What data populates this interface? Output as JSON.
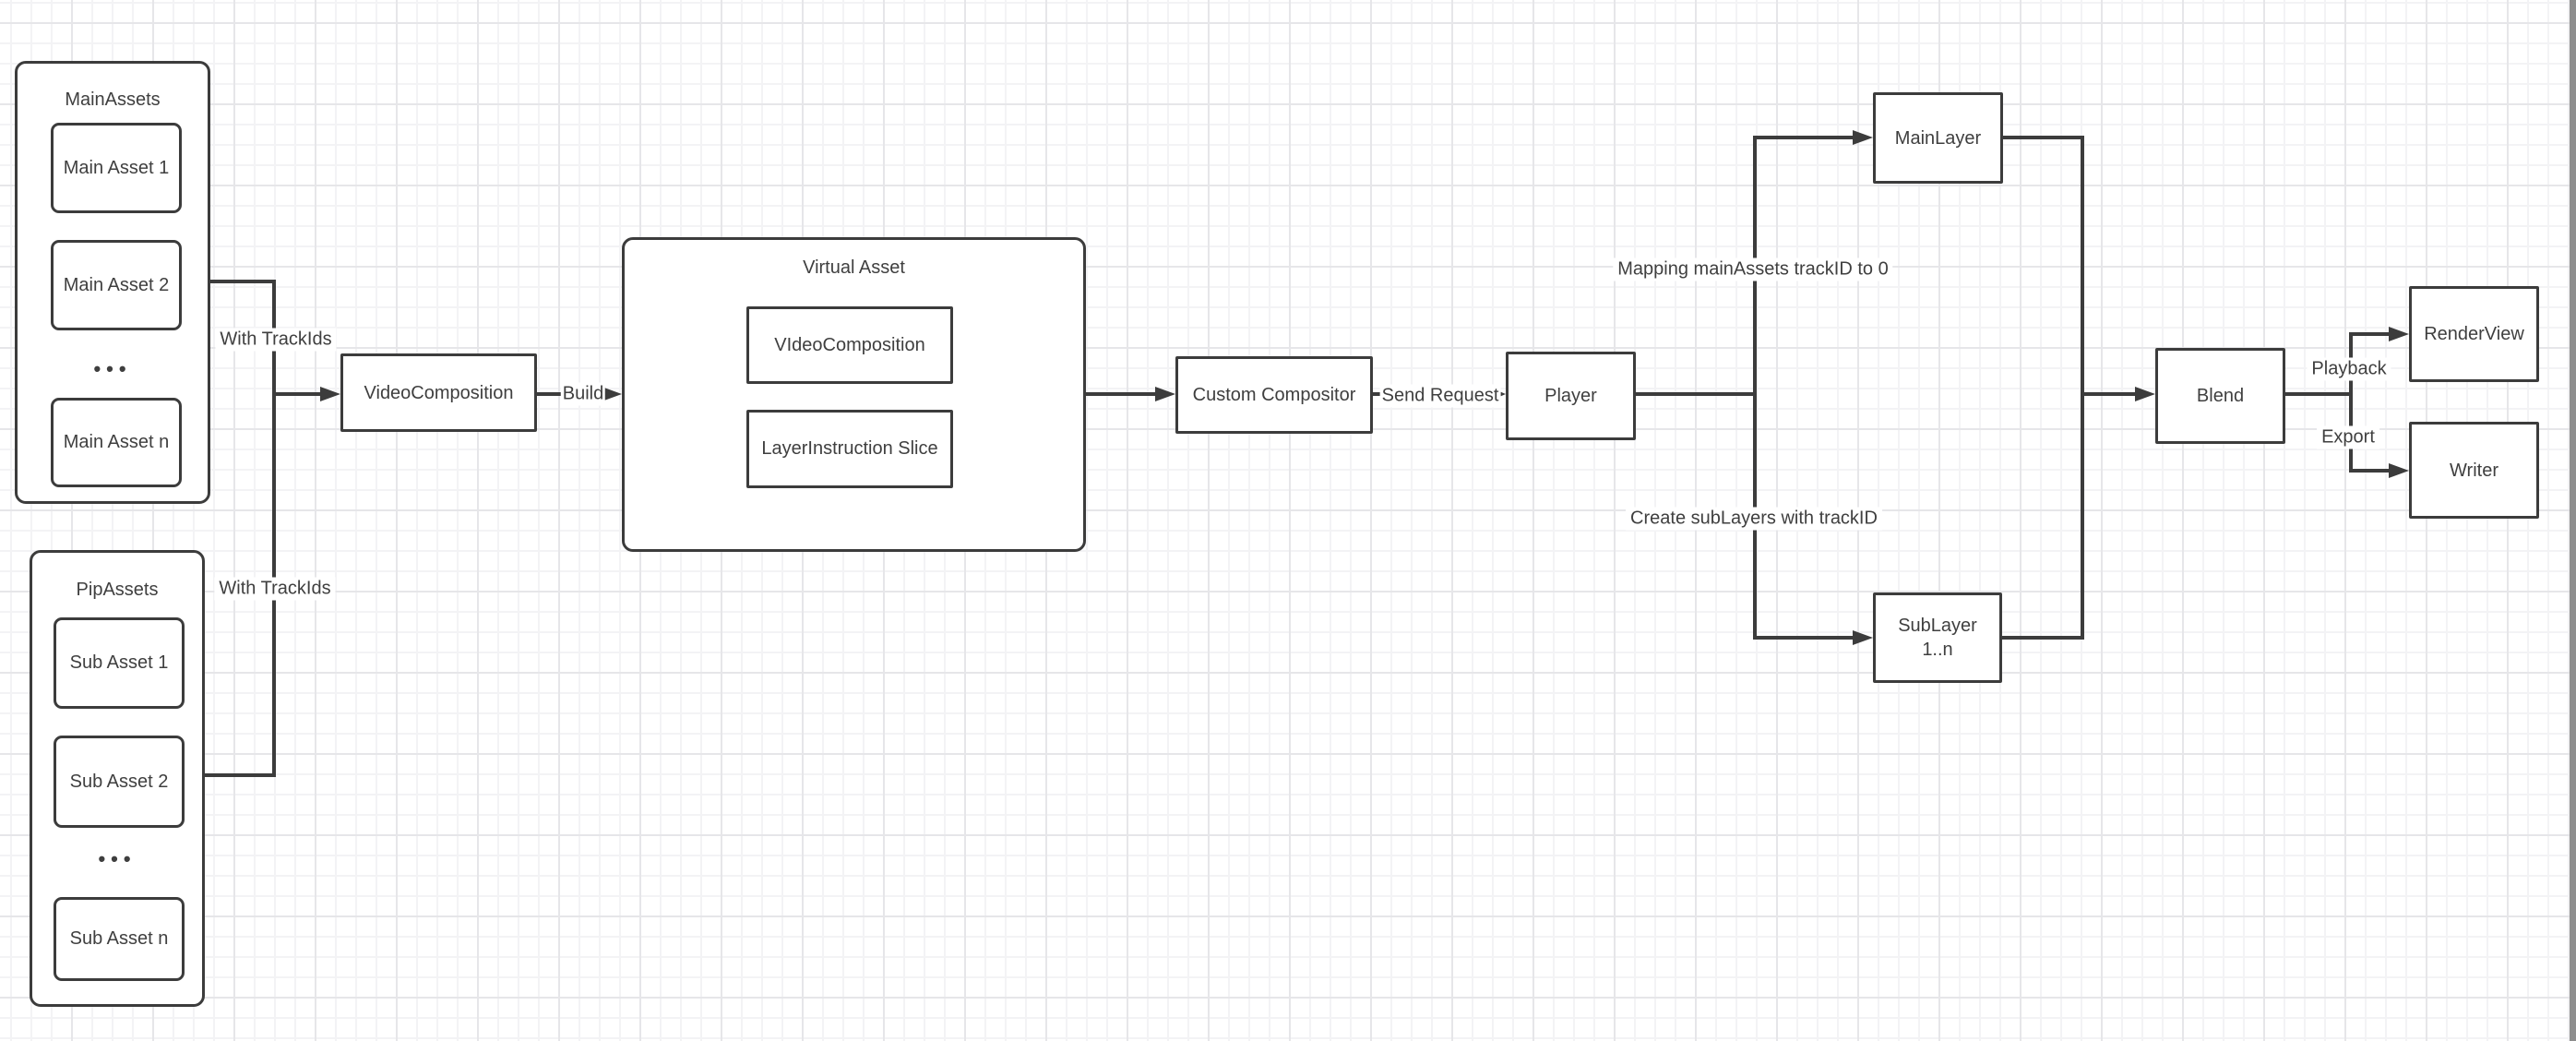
{
  "colors": {
    "background": "#ffffff",
    "grid_minor": "#f3f3f5",
    "grid_major": "#e6e6e9",
    "stroke": "#3c3c3c",
    "text": "#3f3f3f",
    "window_edge_strip": "#8e8e8e"
  },
  "groups": {
    "main_assets": {
      "title": "MainAssets",
      "items": [
        "Main Asset 1",
        "Main Asset 2",
        "Main Asset n"
      ],
      "ellipsis": "•••"
    },
    "pip_assets": {
      "title": "PipAssets",
      "items": [
        "Sub Asset 1",
        "Sub Asset 2",
        "Sub Asset n"
      ],
      "ellipsis": "•••"
    },
    "virtual_asset": {
      "title": "Virtual Asset",
      "items": [
        "VIdeoComposition",
        "LayerInstruction Slice"
      ]
    }
  },
  "nodes": {
    "video_composition": "VideoComposition",
    "custom_compositor": "Custom Compositor",
    "player": "Player",
    "main_layer": "MainLayer",
    "sub_layer": {
      "line1": "SubLayer",
      "line2": "1..n"
    },
    "blend": "Blend",
    "render_view": "RenderView",
    "writer": "Writer"
  },
  "edge_labels": {
    "with_track_ids_main": "With TrackIds",
    "with_track_ids_pip": "With TrackIds",
    "build": "Build",
    "send_request": "Send Request",
    "mapping_main_assets": "Mapping mainAssets trackID to 0",
    "create_sub_layers": "Create subLayers with trackID",
    "playback": "Playback",
    "export": "Export"
  }
}
